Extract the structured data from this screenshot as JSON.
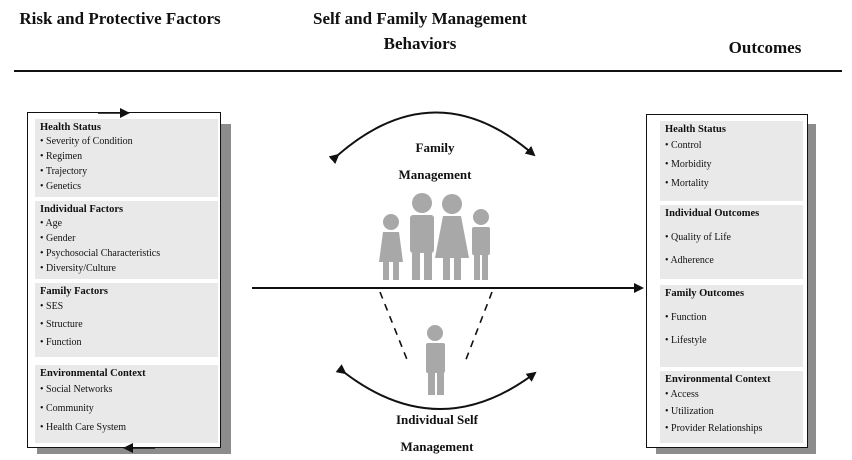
{
  "headers": {
    "left": "Risk and Protective Factors",
    "middle": "Self and Family Management Behaviors",
    "right": "Outcomes"
  },
  "left_panel": {
    "sections": [
      {
        "title": "Health Status",
        "items": [
          "• Severity of Condition",
          "• Regimen",
          "• Trajectory",
          "• Genetics"
        ]
      },
      {
        "title": "Individual Factors",
        "items": [
          "• Age",
          "• Gender",
          "• Psychosocial Characteristics",
          "• Diversity/Culture"
        ]
      },
      {
        "title": "Family Factors",
        "items": [
          "• SES",
          "• Structure",
          "• Function"
        ]
      },
      {
        "title": "Environmental Context",
        "items": [
          "• Social Networks",
          "• Community",
          "• Health Care System"
        ]
      }
    ]
  },
  "right_panel": {
    "sections": [
      {
        "title": "Health Status",
        "items": [
          "• Control",
          "• Morbidity",
          "• Mortality"
        ]
      },
      {
        "title": "Individual Outcomes",
        "items": [
          "• Quality of Life",
          "• Adherence"
        ]
      },
      {
        "title": "Family Outcomes",
        "items": [
          "• Function",
          "• Lifestyle"
        ]
      },
      {
        "title": "Environmental Context",
        "items": [
          "• Access",
          "• Utilization",
          "• Provider Relationships"
        ]
      }
    ]
  },
  "center": {
    "family_label": "Family Management",
    "individual_label": "Individual Self Management",
    "family_icon": "family-figures-icon",
    "person_icon": "person-figure-icon"
  },
  "colors": {
    "ink": "#111111",
    "section_fill": "#e9e9e9",
    "shadow": "#8c8c8c",
    "figures": "#a8a8a8"
  }
}
